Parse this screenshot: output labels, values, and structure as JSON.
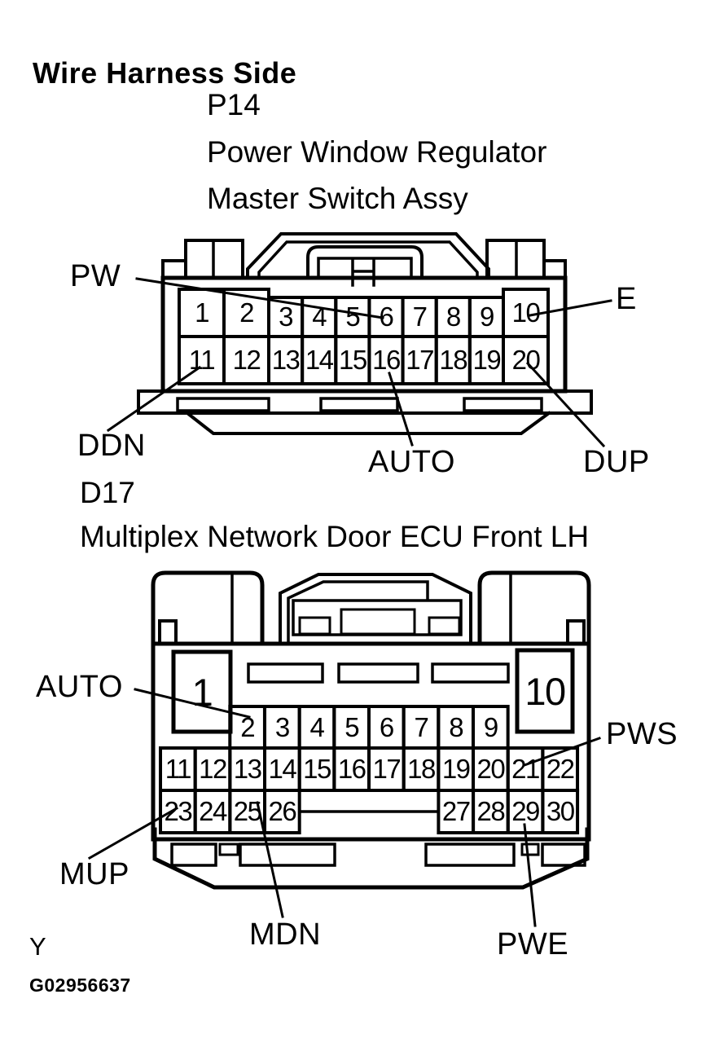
{
  "header": {
    "title": "Wire Harness Side"
  },
  "connector1": {
    "id": "P14",
    "name_line1": "Power Window Regulator",
    "name_line2": "Master Switch Assy",
    "pins_row1": [
      "1",
      "2",
      "3",
      "4",
      "5",
      "6",
      "7",
      "8",
      "9",
      "10"
    ],
    "pins_row2": [
      "11",
      "12",
      "13",
      "14",
      "15",
      "16",
      "17",
      "18",
      "19",
      "20"
    ],
    "labels": {
      "pw": "PW",
      "e": "E",
      "ddn": "DDN",
      "auto": "AUTO",
      "dup": "DUP"
    }
  },
  "connector2": {
    "id": "D17",
    "name": "Multiplex Network Door ECU Front LH",
    "big_pins": [
      "1",
      "10"
    ],
    "pins_row_top": [
      "2",
      "3",
      "4",
      "5",
      "6",
      "7",
      "8",
      "9"
    ],
    "pins_row_mid": [
      "11",
      "12",
      "13",
      "14",
      "15",
      "16",
      "17",
      "18",
      "19",
      "20",
      "21",
      "22"
    ],
    "pins_row_bottom_left": [
      "23",
      "24",
      "25",
      "26"
    ],
    "pins_row_bottom_right": [
      "27",
      "28",
      "29",
      "30"
    ],
    "labels": {
      "auto": "AUTO",
      "pws": "PWS",
      "mup": "MUP",
      "mdn": "MDN",
      "pwe": "PWE"
    }
  },
  "footer": {
    "note": "Y",
    "figure_id": "G02956637"
  }
}
